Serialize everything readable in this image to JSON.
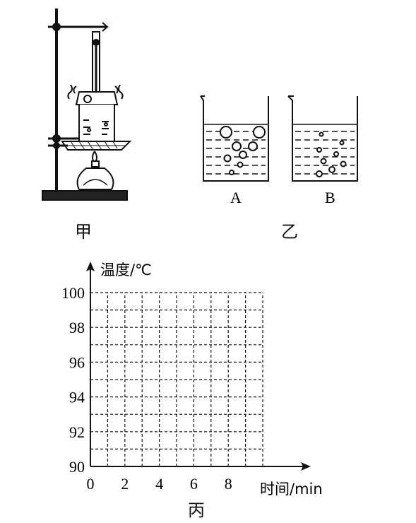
{
  "figure_captions": {
    "jia": "甲",
    "yi": "乙",
    "bing": "丙"
  },
  "beakers": [
    {
      "label": "A",
      "bubble_description": "bubbles grow larger while rising"
    },
    {
      "label": "B",
      "bubble_description": "bubbles shrink while rising"
    }
  ],
  "chart_data": {
    "type": "grid",
    "xlabel": "时间/min",
    "ylabel": "温度/℃",
    "x_ticks": [
      "0",
      "2",
      "4",
      "6",
      "8"
    ],
    "y_ticks": [
      "90",
      "92",
      "94",
      "96",
      "98",
      "100"
    ],
    "xlim": [
      0,
      10
    ],
    "ylim": [
      90,
      100
    ],
    "x_minor_step": 1,
    "y_minor_step": 1,
    "grid": "dashed",
    "series": []
  }
}
